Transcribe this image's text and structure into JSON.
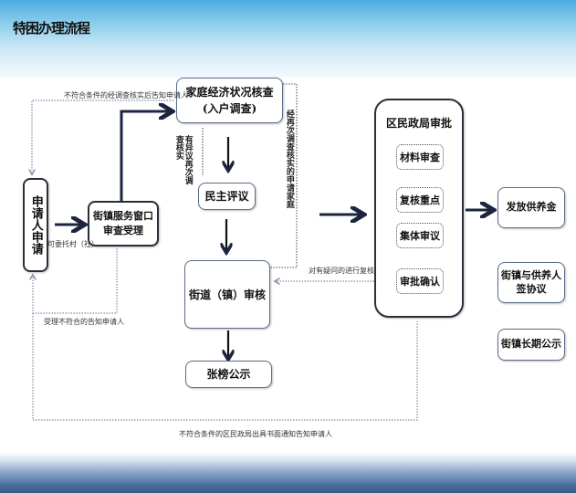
{
  "title": "特困办理流程",
  "nodes": {
    "applicant": "申请人申请",
    "street_window": "街镇服务窗口\n审查受理",
    "household_check": "家庭经济状况核查\n(入户调查)",
    "democratic_review": "民主评议",
    "street_audit": "街道（镇）审核",
    "posting": "张榜公示",
    "district_approval": {
      "title": "区民政局审批",
      "steps": [
        "材料审查",
        "复核重点",
        "集体审议",
        "审批确认"
      ]
    },
    "issue_funds": "发放供养金",
    "sign_agreement": "街镇与供养人\n签协议",
    "long_term_notice": "街镇长期公示"
  },
  "annotations": {
    "top_return": "不符合条件的经调查核实后告知申请人",
    "proxy": "可委托村（社）",
    "left_return": "受理不符合的告知申请人",
    "review_dispute": "有异议再次调查核实",
    "recheck": "经再次调查核实的申请家庭",
    "feedback": "对有疑问的进行复核",
    "bottom_return": "不符合条件的区民政局出具书面通知告知申请人"
  },
  "colors": {
    "arrow": "#1c2440",
    "dotted": "#8a9bb3",
    "box_border": "#5a6c86",
    "top_band": "#4aade0",
    "bottom_band": "#355a8a"
  }
}
